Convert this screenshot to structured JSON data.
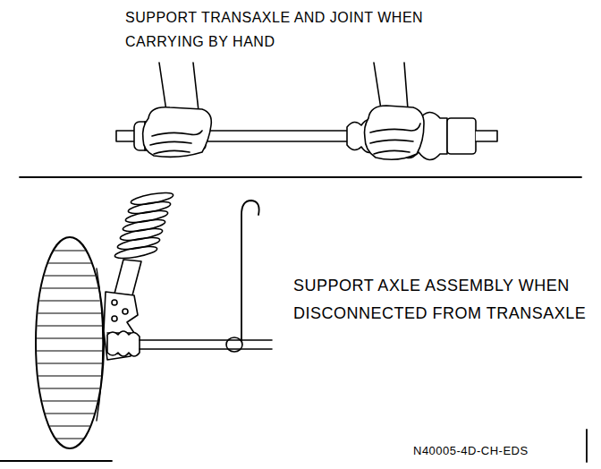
{
  "diagram": {
    "labels": [
      "SUPPORT TRANSAXLE AND JOINT WHEN CARRYING BY HAND",
      "SUPPORT AXLE ASSEMBLY WHEN DISCONNECTED FROM TRANSAXLE",
      "N40005-4D-CH-EDS"
    ]
  }
}
